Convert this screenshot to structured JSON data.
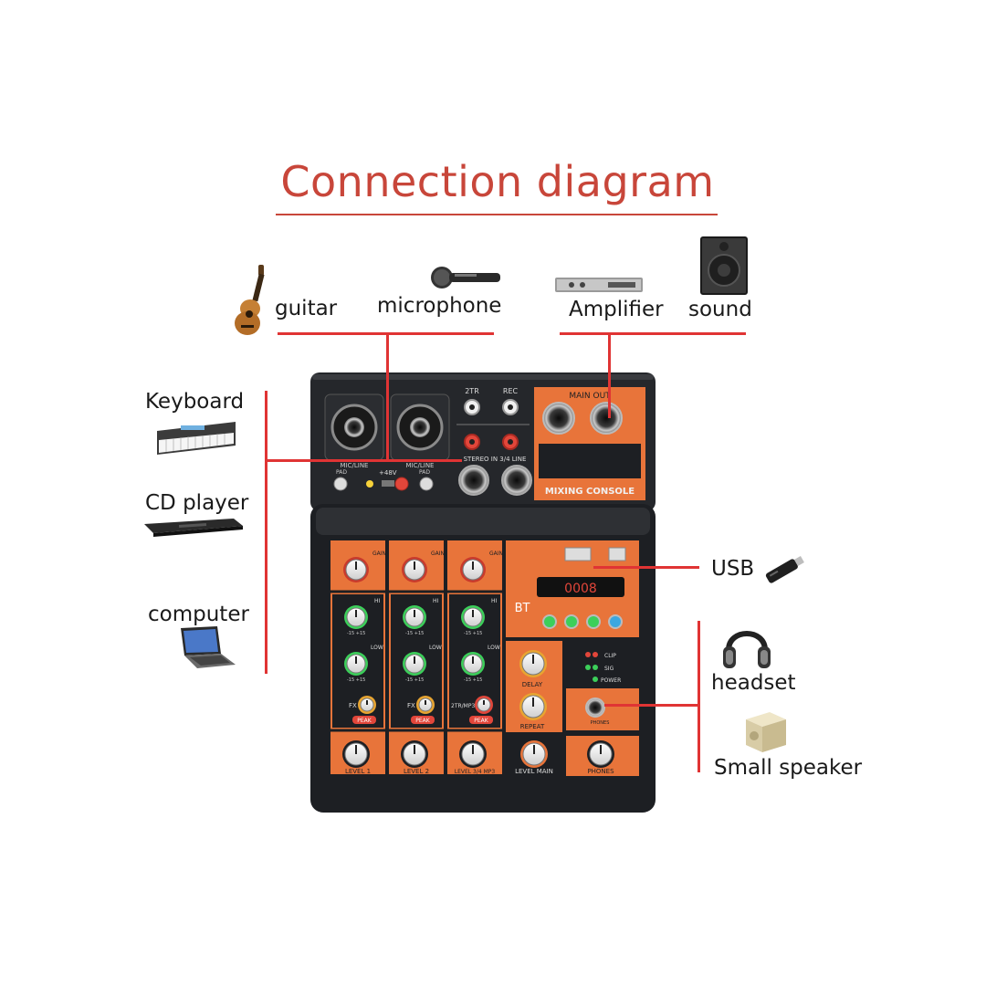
{
  "title": "Connection diagram",
  "inputs_top": {
    "guitar": "guitar",
    "microphone": "microphone"
  },
  "outputs_top": {
    "amplifier": "Amplifier",
    "sound": "sound"
  },
  "left_sources": {
    "keyboard": "Keyboard",
    "cd_player": "CD player",
    "computer": "computer"
  },
  "right_devices": {
    "usb": "USB",
    "headset": "headset",
    "small_speaker": "Small speaker"
  },
  "mixer": {
    "console_label": "MIXING CONSOLE",
    "main_out": "MAIN OUT",
    "two_tr": "2TR",
    "rec": "REC",
    "stereo_in": "STEREO IN 3/4 LINE",
    "mic_line": "MIC/LINE",
    "pad": "PAD",
    "phantom": "+48V",
    "gain": "GAIN",
    "hi": "HI",
    "low": "LOW",
    "fx": "FX",
    "two_tr_mp3": "2TR/MP3",
    "peak": "PEAK",
    "level_1": "LEVEL 1",
    "level_2": "LEVEL 2",
    "level_34": "LEVEL 3/4 MP3",
    "level_main": "LEVEL MAIN",
    "phones": "PHONES",
    "phones_jack": "PHONES",
    "delay": "DELAY",
    "repeat": "REPEAT",
    "bt": "BT",
    "display": "0008",
    "clip": "CLIP",
    "sig": "SIG",
    "power": "POWER",
    "eq_range": "-15 +15"
  },
  "colors": {
    "accent": "#c8463a",
    "line": "#e03434",
    "panel_orange": "#e8743a",
    "body": "#202226"
  }
}
